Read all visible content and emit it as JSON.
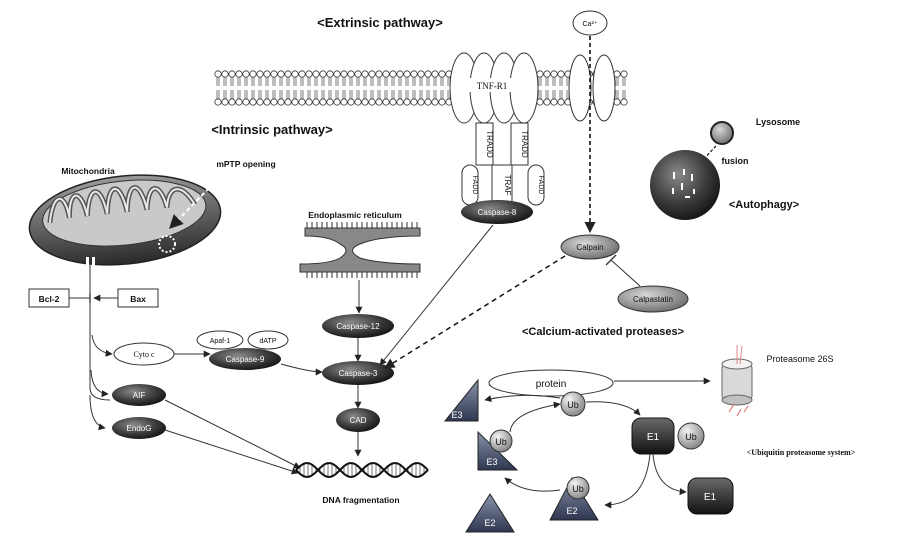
{
  "titles": {
    "extrinsic": "<Extrinsic pathway>",
    "intrinsic": "<Intrinsic pathway>",
    "calcium": "<Calcium-activated proteases>",
    "autophagy": "<Autophagy>",
    "ups": "<Ubiquitin proteasome system>"
  },
  "membrane": {
    "ca_ion": "Ca²⁺",
    "receptor": "TNF-R1",
    "adaptors": [
      "TRADD",
      "TRADD",
      "FADD",
      "TRAF",
      "FADD"
    ]
  },
  "intrinsic": {
    "mitochondria": "Mitochondria",
    "mptp": "mPTP opening",
    "bcl2": "Bcl-2",
    "bax": "Bax",
    "cytoc": "Cyto c",
    "apaf1": "Apaf-1",
    "datp": "dATP",
    "casp9": "Caspase-9",
    "aif": "AIF",
    "endog": "EndoG"
  },
  "er": {
    "label": "Endoplasmic reticulum",
    "casp12": "Caspase-12"
  },
  "core": {
    "casp8": "Caspase-8",
    "casp3": "Caspase-3",
    "cad": "CAD",
    "dna": "DNA fragmentation"
  },
  "calpain": {
    "calpain": "Calpain",
    "calpastatin": "Calpastatin"
  },
  "autophagy": {
    "lysosome": "Lysosome",
    "fusion": "fusion"
  },
  "ups": {
    "protein": "protein",
    "proteasome": "Proteasome 26S",
    "ub": "Ub",
    "e1": "E1",
    "e2": "E2",
    "e3": "E3"
  },
  "colors": {
    "dark_node": "#3a3a3a",
    "mid_node": "#7a7a7a",
    "triangle": "#4a5570",
    "line": "#333333"
  }
}
